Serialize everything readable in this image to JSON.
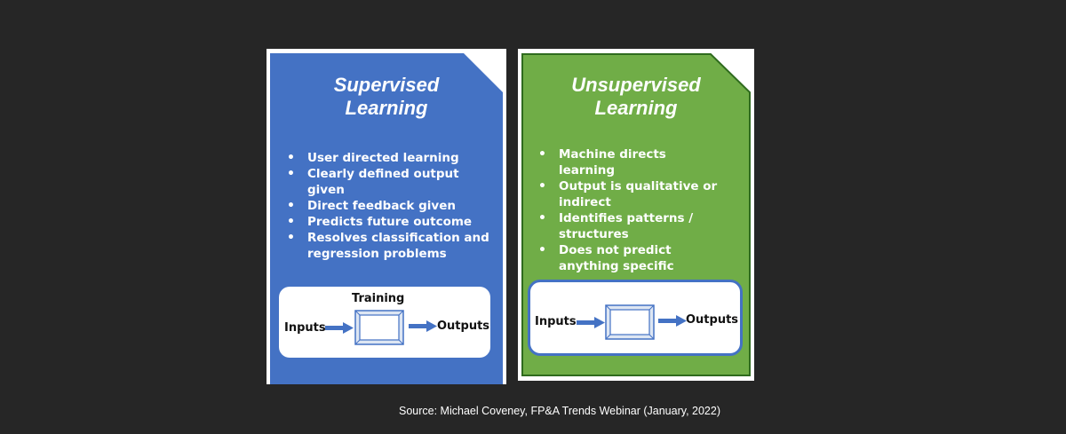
{
  "colors": {
    "background": "#262626",
    "supervised_fill": "#4472C4",
    "unsupervised_fill": "#70AD47",
    "unsupervised_stroke": "#2F6B1E",
    "arrow": "#4472C4",
    "box_stroke": "#4472C4"
  },
  "supervised": {
    "title_line1": "Supervised",
    "title_line2": "Learning",
    "bullets": [
      "User directed learning",
      "Clearly defined output given",
      "Direct feedback given",
      "Predicts future outcome",
      "Resolves classification and regression problems"
    ],
    "diagram": {
      "heading": "Training",
      "inputs_label": "Inputs",
      "outputs_label": "Outputs"
    }
  },
  "unsupervised": {
    "title_line1": "Unsupervised",
    "title_line2": "Learning",
    "bullets": [
      "Machine directs learning",
      "Output is qualitative or indirect",
      "Identifies patterns / structures",
      "Does not predict anything specific"
    ],
    "diagram": {
      "inputs_label": "Inputs",
      "outputs_label": "Outputs"
    }
  },
  "caption": "Source: Michael Coveney, FP&A Trends Webinar (January, 2022)"
}
